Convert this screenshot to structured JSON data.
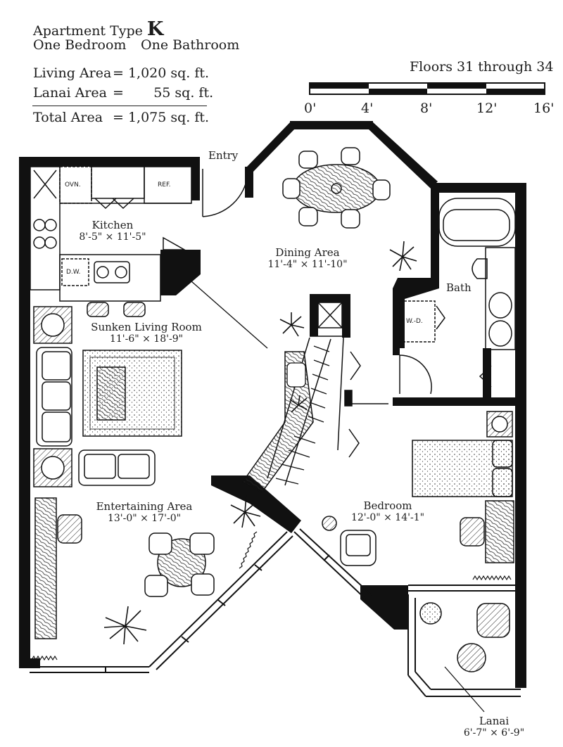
{
  "header": {
    "title_prefix": "Apartment Type",
    "type_letter": "K",
    "bedrooms": "One Bedroom",
    "bathrooms": "One Bathroom",
    "living_label": "Living Area",
    "living_value": "= 1,020 sq. ft.",
    "lanai_label": "Lanai Area",
    "lanai_value": "=       55 sq. ft.",
    "total_label": "Total Area",
    "total_value": "= 1,075 sq. ft."
  },
  "floors": "Floors 31 through 34",
  "scale": {
    "ticks": [
      "0'",
      "4'",
      "8'",
      "12'",
      "16'"
    ]
  },
  "rooms": {
    "entry": {
      "name": "Entry"
    },
    "kitchen": {
      "name": "Kitchen",
      "dim": "8'-5\" × 11'-5\""
    },
    "dining": {
      "name": "Dining Area",
      "dim": "11'-4\" × 11'-10\""
    },
    "bath": {
      "name": "Bath"
    },
    "living": {
      "name": "Sunken Living Room",
      "dim": "11'-6\" × 18'-9\""
    },
    "entertaining": {
      "name": "Entertaining Area",
      "dim": "13'-0\" × 17'-0\""
    },
    "bedroom": {
      "name": "Bedroom",
      "dim": "12'-0\" × 14'-1\""
    },
    "lanai": {
      "name": "Lanai",
      "dim": "6'-7\" × 6'-9\""
    }
  },
  "fixtures": {
    "oven": "OVN.",
    "refrigerator": "REF.",
    "dishwasher": "D.W.",
    "washer_dryer": "W.-D."
  }
}
